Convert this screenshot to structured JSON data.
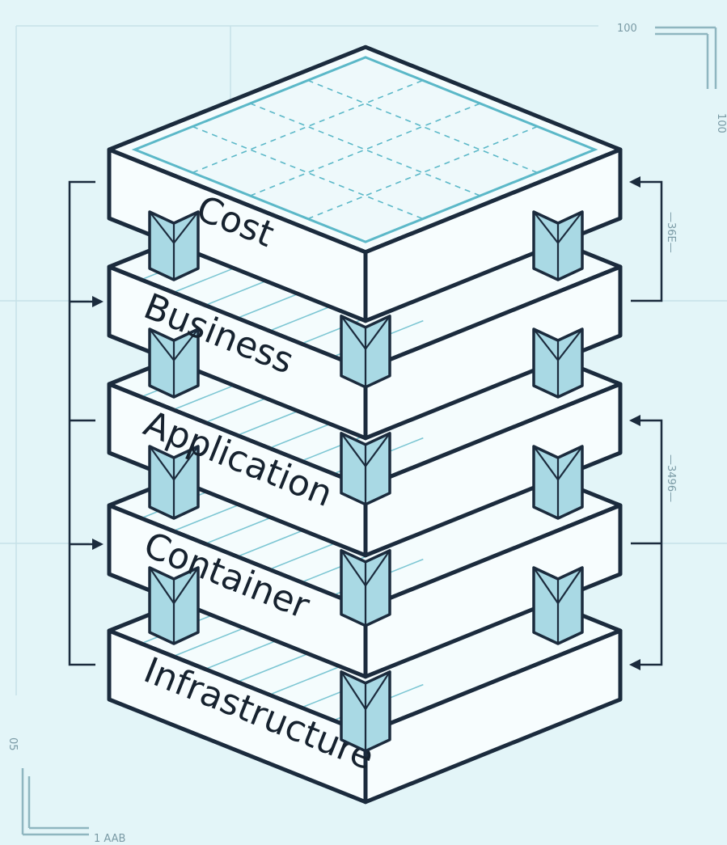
{
  "layers": [
    {
      "label": "Cost"
    },
    {
      "label": "Business"
    },
    {
      "label": "Application"
    },
    {
      "label": "Container"
    },
    {
      "label": "Infrastructure"
    }
  ],
  "dimensions": {
    "top": "100",
    "right_vertical": "100",
    "upper_right": "—36E—",
    "lower_right": "—3496—",
    "left_vertical": "05",
    "bottom": "1 AAB"
  },
  "colors": {
    "background": "#e3f5f8",
    "outline": "#1b2b3d",
    "accent": "#5bb8c8",
    "post_fill": "#a9d9e4"
  }
}
